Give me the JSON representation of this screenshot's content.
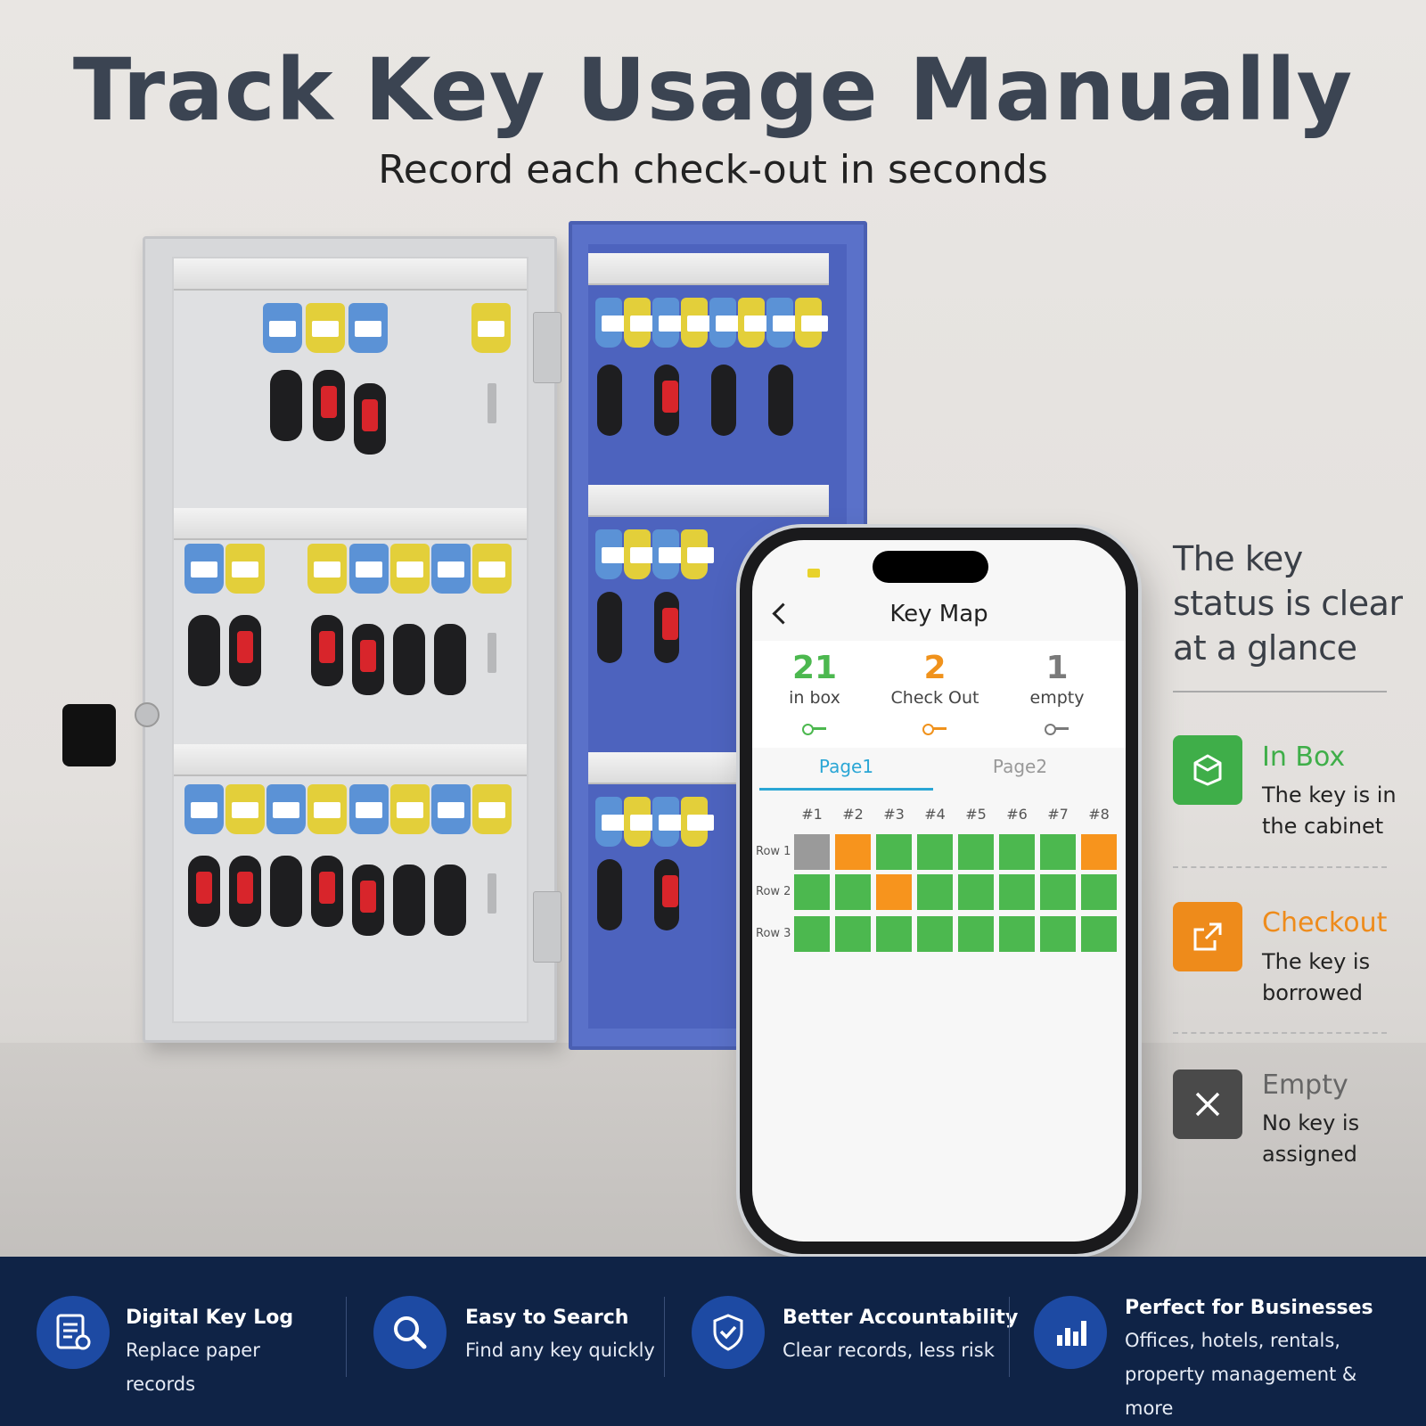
{
  "headline": {
    "title": "Track Key Usage Manually",
    "subtitle": "Record each check-out in seconds"
  },
  "phone": {
    "screen_title": "Key Map",
    "stats": [
      {
        "value": "21",
        "label": "in box",
        "color": "#4cb84f"
      },
      {
        "value": "2",
        "label": "Check Out",
        "color": "#f0921c"
      },
      {
        "value": "1",
        "label": "empty",
        "color": "#7a7a7a"
      }
    ],
    "tabs": [
      {
        "label": "Page1",
        "active": true
      },
      {
        "label": "Page2",
        "active": false
      }
    ],
    "columns": [
      "#1",
      "#2",
      "#3",
      "#4",
      "#5",
      "#6",
      "#7",
      "#8"
    ],
    "rows": [
      {
        "label": "Row 1",
        "cells": [
          "empty",
          "checkout",
          "inbox",
          "inbox",
          "inbox",
          "inbox",
          "inbox",
          "checkout"
        ]
      },
      {
        "label": "Row 2",
        "cells": [
          "inbox",
          "inbox",
          "checkout",
          "inbox",
          "inbox",
          "inbox",
          "inbox",
          "inbox"
        ]
      },
      {
        "label": "Row 3",
        "cells": [
          "inbox",
          "inbox",
          "inbox",
          "inbox",
          "inbox",
          "inbox",
          "inbox",
          "inbox"
        ]
      }
    ],
    "status_colors": {
      "inbox": "#4cb84f",
      "checkout": "#f7941d",
      "empty": "#9a9a9a"
    }
  },
  "legend": {
    "title": "The key status is clear at a glance",
    "items": [
      {
        "name": "In Box",
        "desc": "The key is in the cabinet",
        "color": "#3fae49",
        "icon": "box-icon"
      },
      {
        "name": "Checkout",
        "desc": "The key is borrowed",
        "color": "#ee8b1b",
        "icon": "external-link-icon"
      },
      {
        "name": "Empty",
        "desc": "No key is assigned",
        "color": "#4a4a4a",
        "icon": "close-icon"
      }
    ]
  },
  "features": [
    {
      "title": "Digital Key Log",
      "desc": "Replace paper records",
      "icon": "log-icon"
    },
    {
      "title": "Easy to Search",
      "desc": "Find any key quickly",
      "icon": "search-icon"
    },
    {
      "title": "Better Accountability",
      "desc": "Clear records, less risk",
      "icon": "shield-check-icon"
    },
    {
      "title": "Perfect for Businesses",
      "desc": "Offices, hotels, rentals, property management & more",
      "icon": "bar-chart-icon"
    }
  ]
}
